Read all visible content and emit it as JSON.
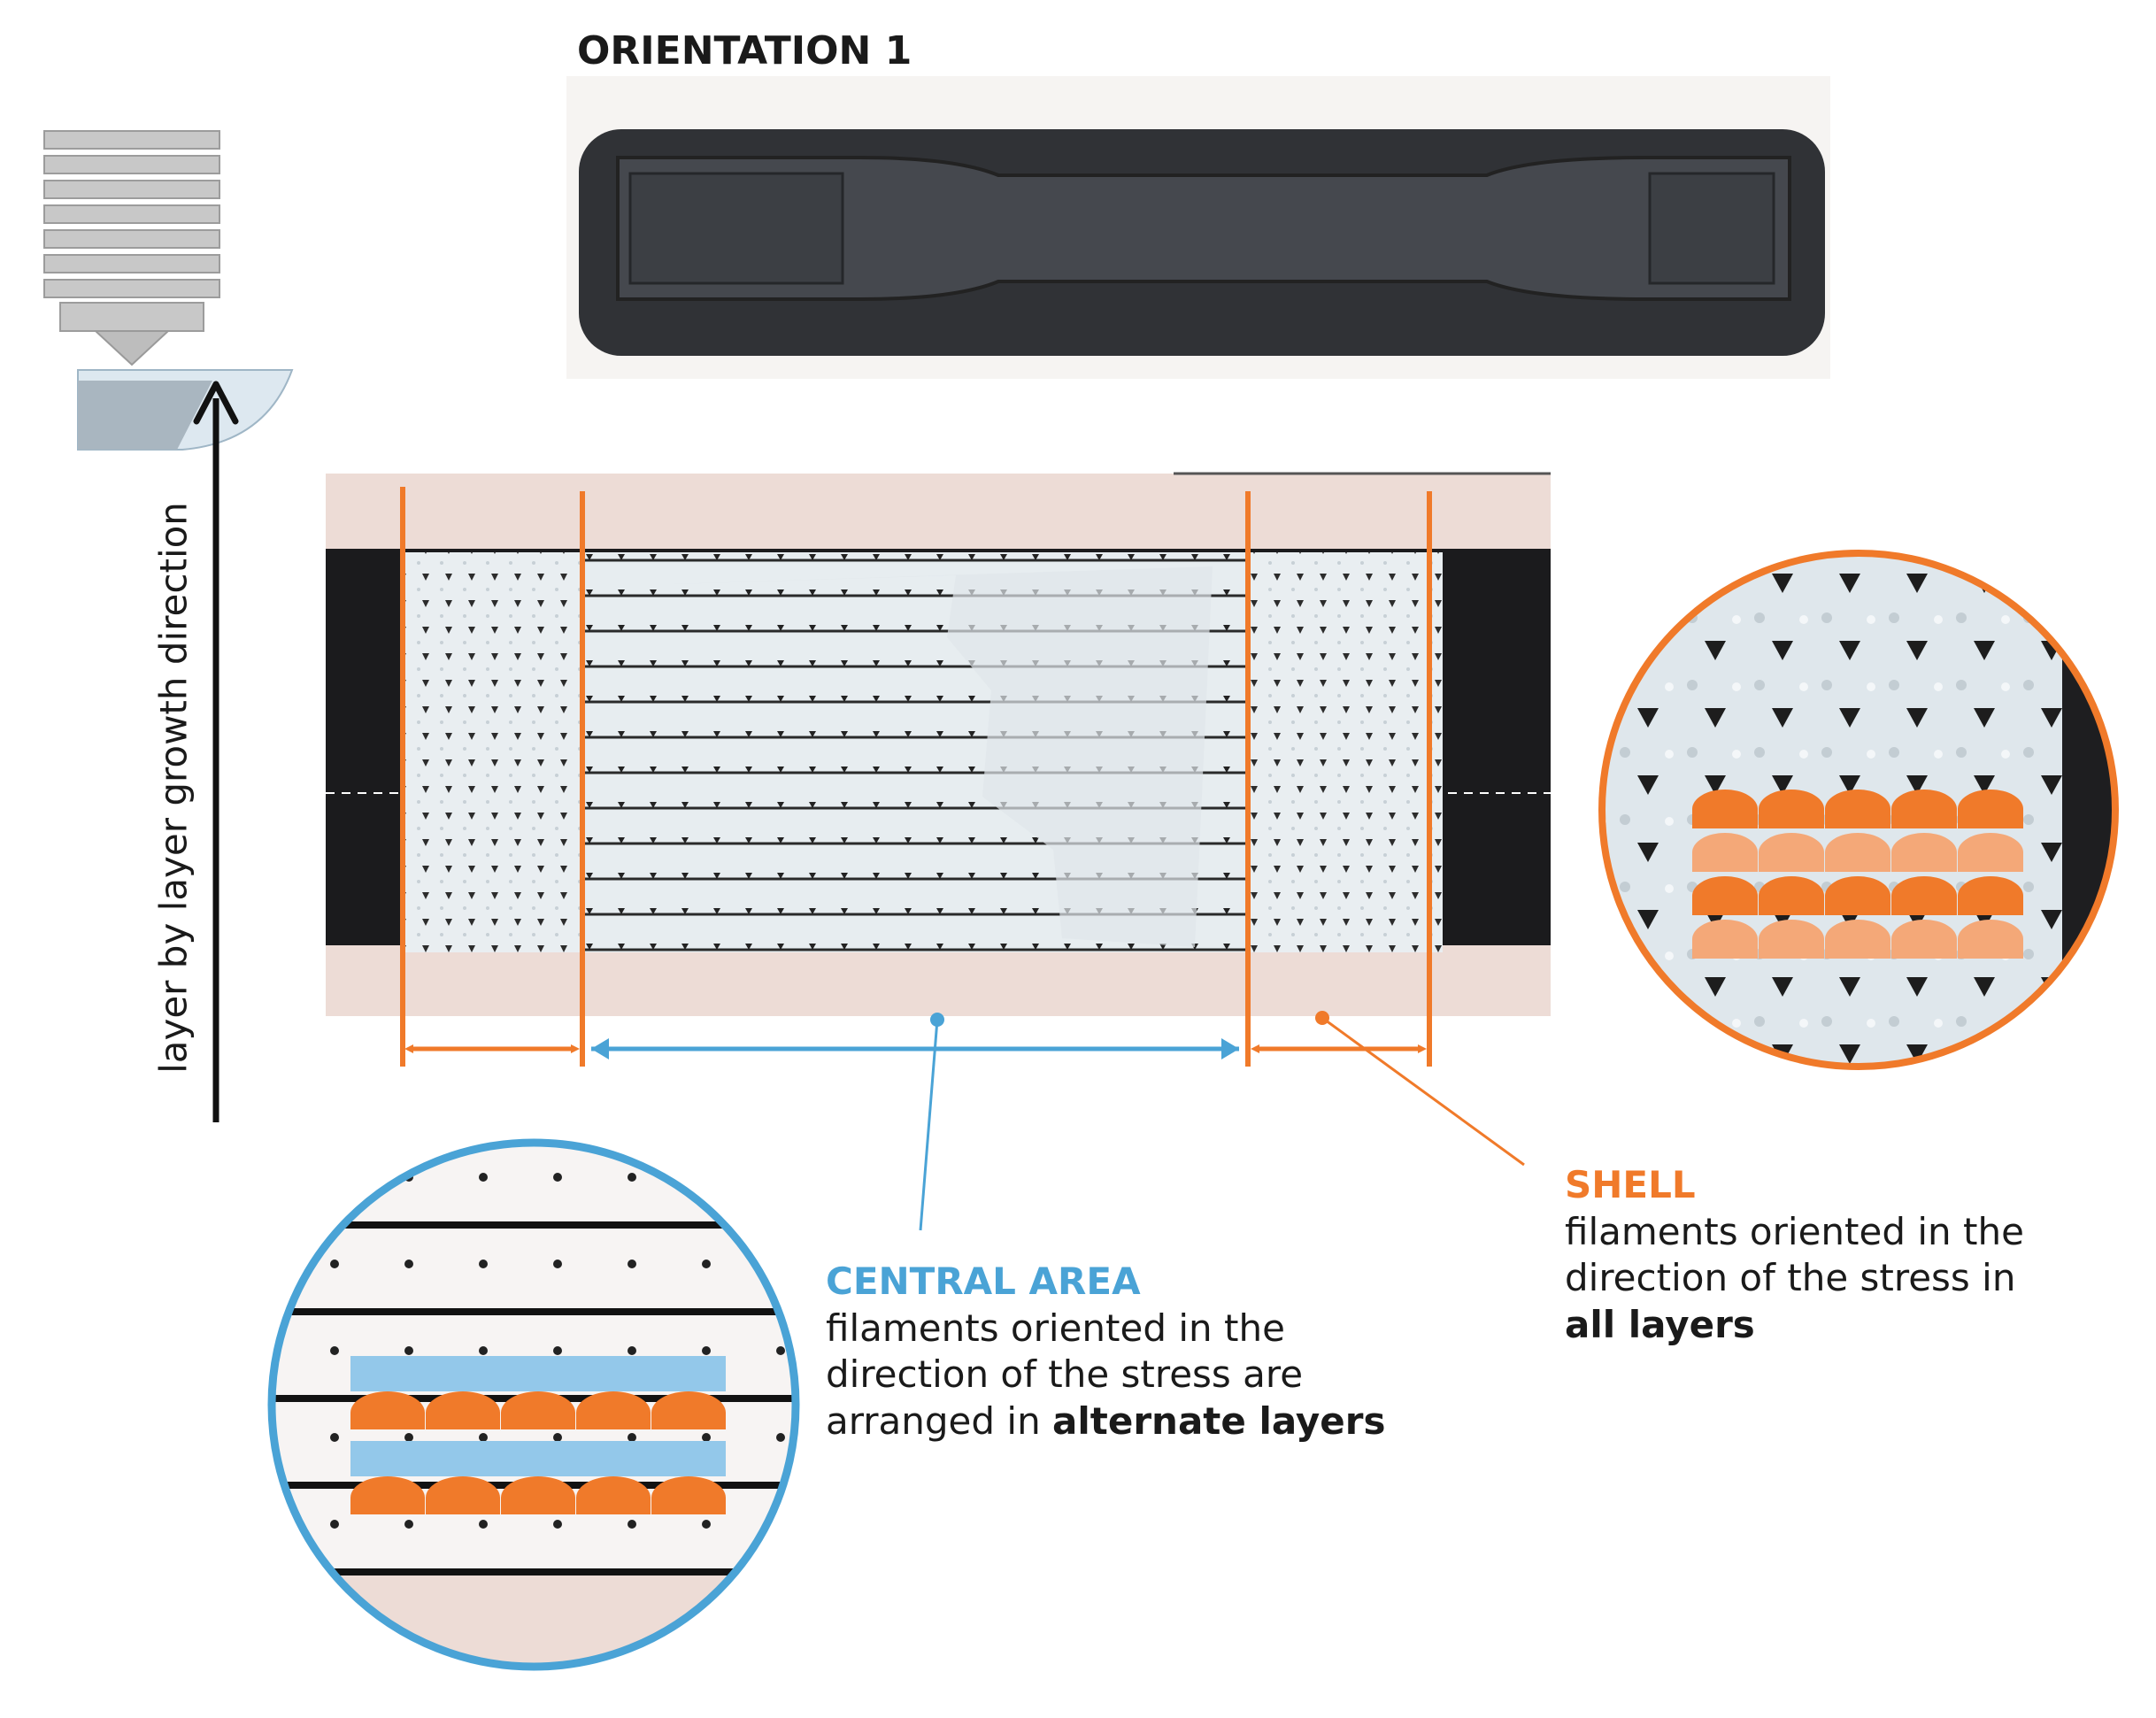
{
  "title": "ORIENTATION 1",
  "growth_label": "layer by layer growth direction",
  "central": {
    "title": "CENTRAL AREA",
    "line1": "filaments oriented in the",
    "line2": "direction of the stress are",
    "line3_pre": "arranged in ",
    "line3_bold": "alternate layers"
  },
  "shell": {
    "title": "SHELL",
    "line1": "filaments oriented in the",
    "line2": "direction of the stress in",
    "line3_bold": "all layers"
  },
  "colors": {
    "orange": "#f07a2a",
    "light_orange": "#f4a878",
    "blue": "#4aa3d6",
    "light_blue": "#93c8ea",
    "specimen": "#2f3136",
    "beige": "#eddcd6",
    "filament": "#e3eaee"
  }
}
